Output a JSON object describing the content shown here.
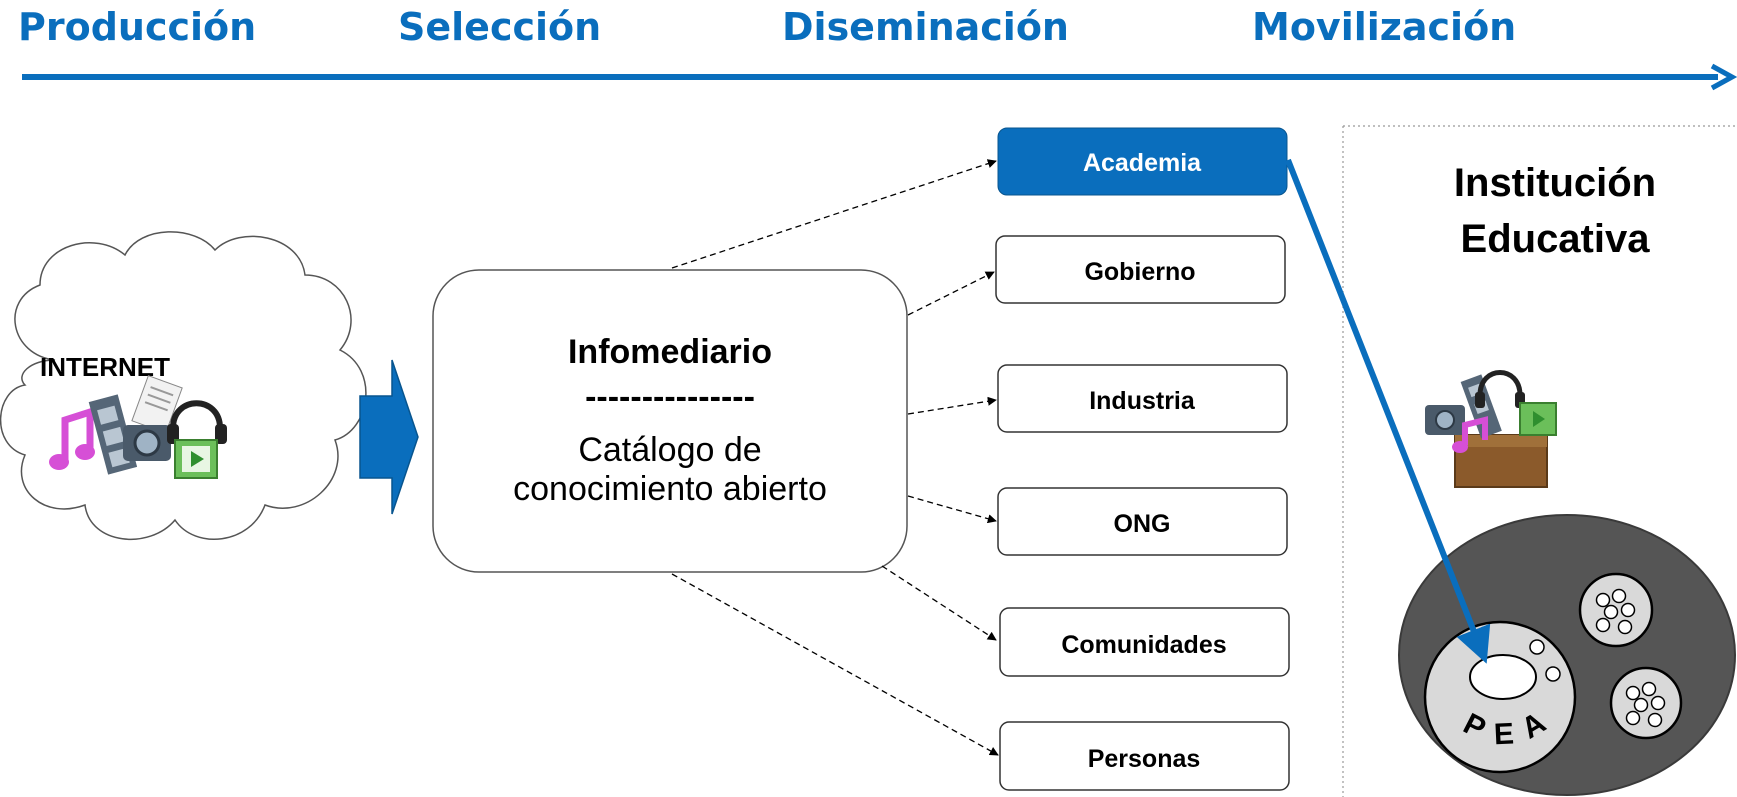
{
  "stages": [
    "Producción",
    "Selección",
    "Diseminación",
    "Movilización"
  ],
  "internet": {
    "label": "INTERNET"
  },
  "infomediary": {
    "title": "Infomediario",
    "divider": "---------------",
    "line1": "Catálogo de",
    "line2": "conocimiento abierto"
  },
  "recipients": [
    "Academia",
    "Gobierno",
    "Industria",
    "ONG",
    "Comunidades",
    "Personas"
  ],
  "institution": {
    "line1": "Institución",
    "line2": "Educativa",
    "pea_label": "P E A"
  },
  "colors": {
    "accent": "#0a6ebd",
    "dark_oval": "#555555",
    "light_oval": "#d9d9d9"
  }
}
